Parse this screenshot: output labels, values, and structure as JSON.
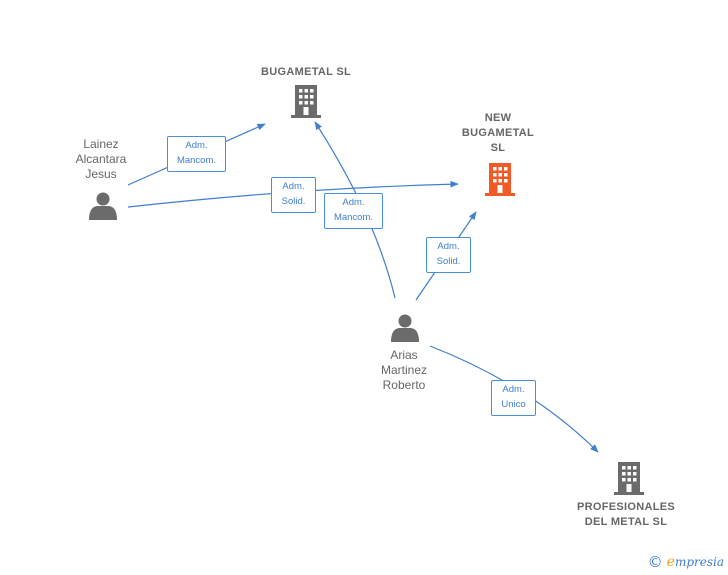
{
  "persons": [
    {
      "id": "lainez",
      "lines": [
        "Lainez",
        "Alcantara",
        "Jesus"
      ]
    },
    {
      "id": "arias",
      "lines": [
        "Arias",
        "Martinez",
        "Roberto"
      ]
    }
  ],
  "companies": [
    {
      "id": "bugametal",
      "lines": [
        "BUGAMETAL SL"
      ]
    },
    {
      "id": "new_bugametal",
      "lines": [
        "NEW",
        "BUGAMETAL",
        "SL"
      ]
    },
    {
      "id": "profesionales",
      "lines": [
        "PROFESIONALES",
        "DEL METAL SL"
      ]
    }
  ],
  "edges": [
    {
      "id": "e1",
      "lines": [
        "Adm.",
        "Mancom."
      ]
    },
    {
      "id": "e2",
      "lines": [
        "Adm.",
        "Solid."
      ]
    },
    {
      "id": "e3",
      "lines": [
        "Adm.",
        "Mancom."
      ]
    },
    {
      "id": "e4",
      "lines": [
        "Adm.",
        "Solid."
      ]
    },
    {
      "id": "e5",
      "lines": [
        "Adm.",
        "Unico"
      ]
    }
  ],
  "colors": {
    "edge": "#3f7fcf",
    "person_icon": "#6b6b6b",
    "company_icon": "#6b6b6b",
    "company_highlight": "#f15a24"
  },
  "footer": {
    "copyright_symbol": "©",
    "brand_initial": "e",
    "brand_rest": "mpresia"
  }
}
